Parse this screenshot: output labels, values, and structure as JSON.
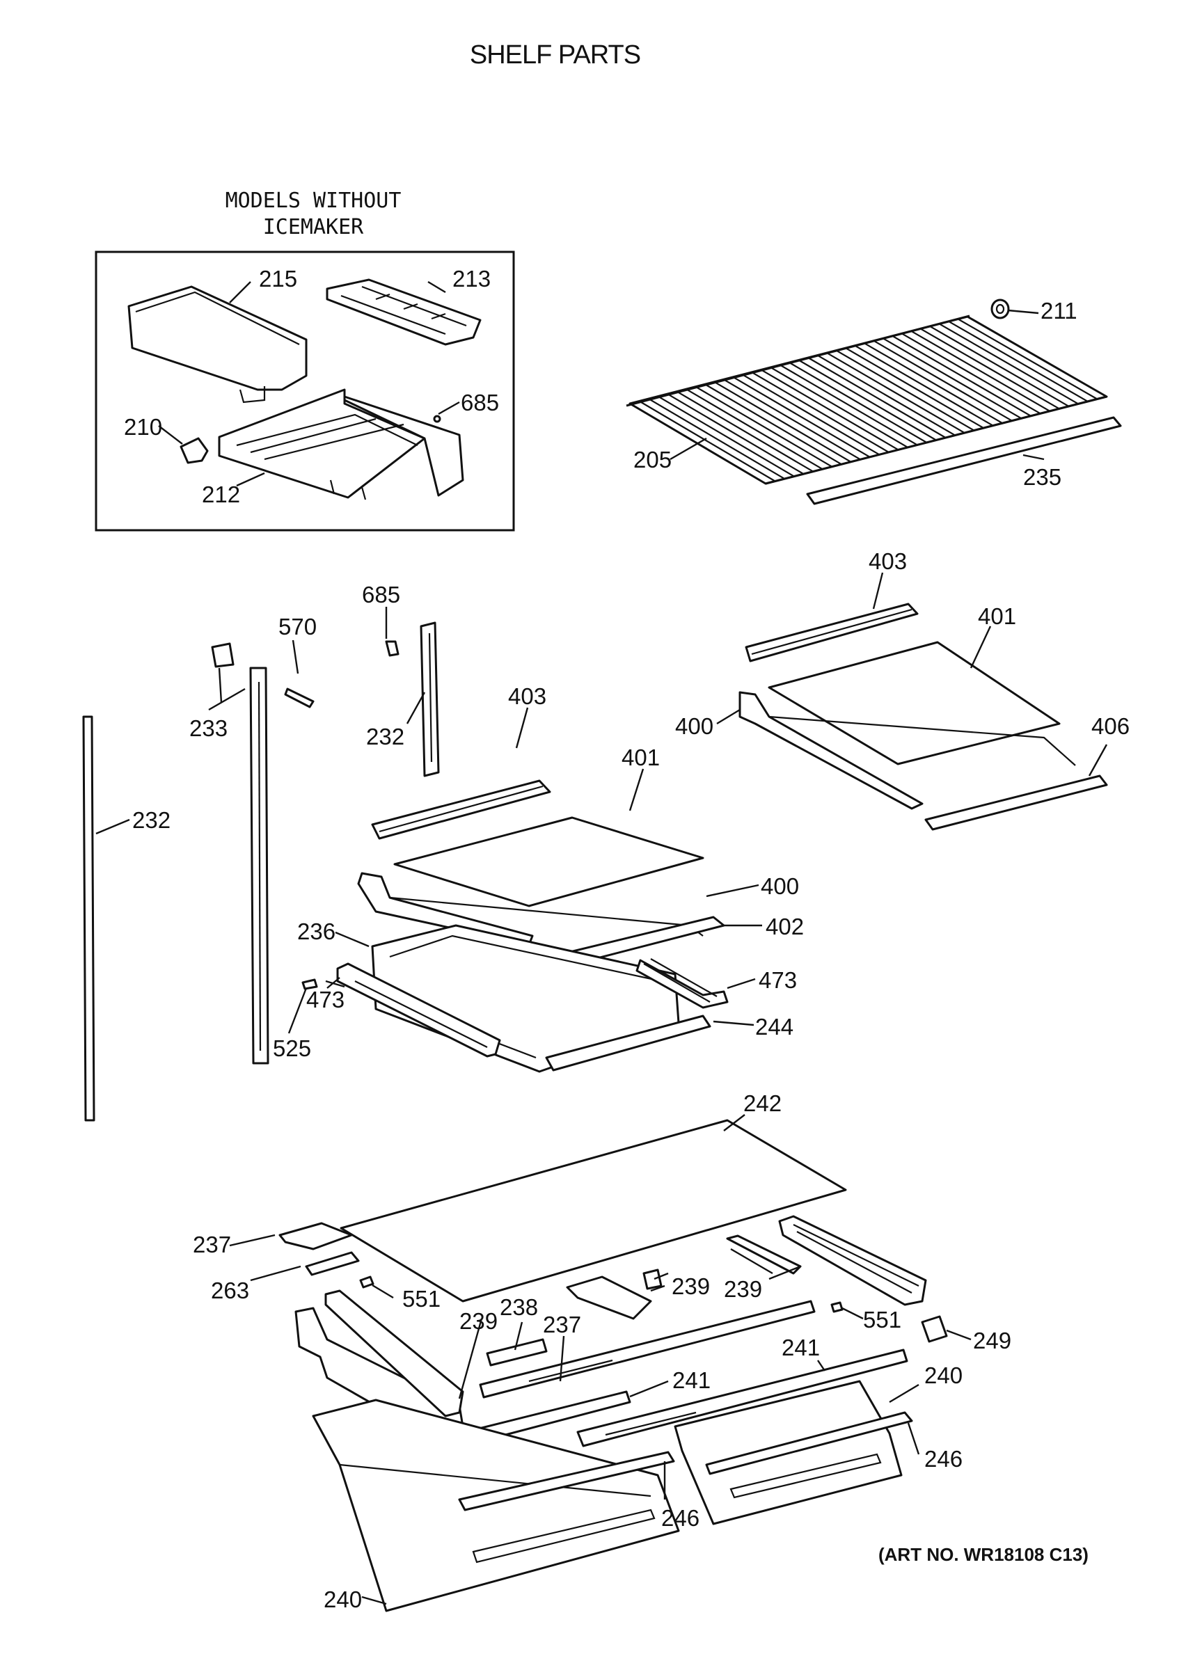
{
  "title": "SHELF PARTS",
  "inset": {
    "title_line1": "MODELS WITHOUT",
    "title_line2": "ICEMAKER"
  },
  "art_number": "(ART NO. WR18108 C13)",
  "labels": {
    "p215": "215",
    "p213": "213",
    "p685a": "685",
    "p210": "210",
    "p212": "212",
    "p211": "211",
    "p205": "205",
    "p235": "235",
    "p403a": "403",
    "p401a": "401",
    "p400a": "400",
    "p406": "406",
    "p685b": "685",
    "p570": "570",
    "p233": "233",
    "p232a": "232",
    "p232b": "232",
    "p403b": "403",
    "p401b": "401",
    "p400b": "400",
    "p402": "402",
    "p236": "236",
    "p473a": "473",
    "p473b": "473",
    "p525": "525",
    "p244": "244",
    "p242": "242",
    "p237a": "237",
    "p263": "263",
    "p551a": "551",
    "p239a": "239",
    "p239b": "239",
    "p239c": "239",
    "p238": "238",
    "p237b": "237",
    "p551b": "551",
    "p249": "249",
    "p241a": "241",
    "p241b": "241",
    "p240a": "240",
    "p240b": "240",
    "p246a": "246",
    "p246b": "246"
  }
}
